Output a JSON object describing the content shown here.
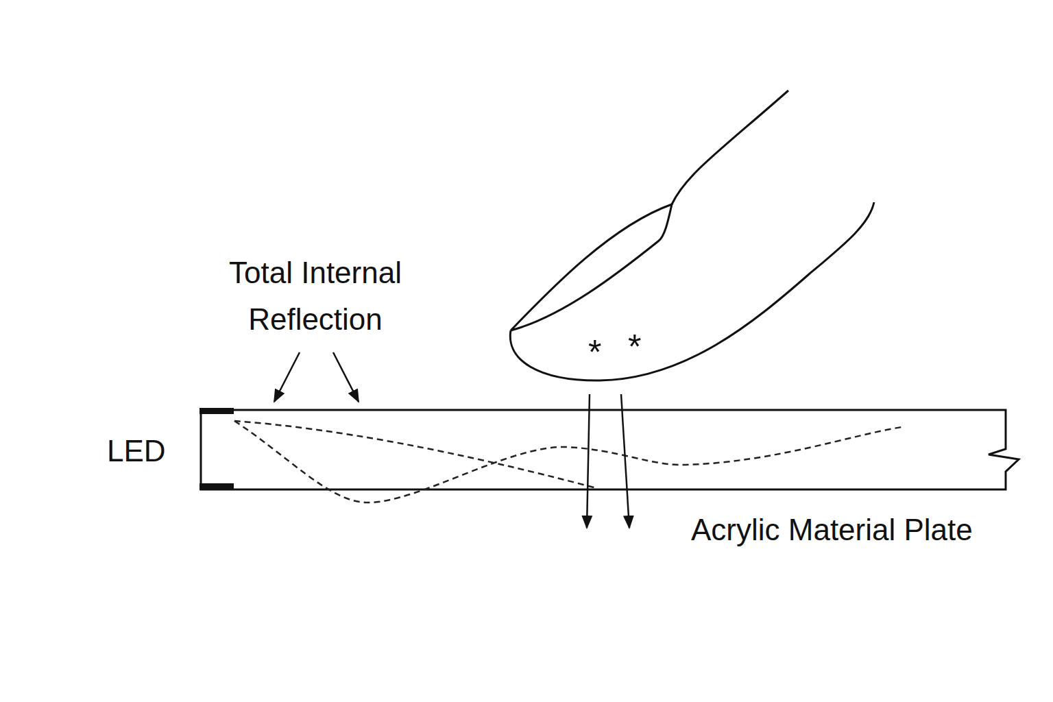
{
  "diagram": {
    "labels": [
      "Total Internal Reflection",
      "LED",
      "Acrylic Material Plate",
      "*",
      "*"
    ]
  }
}
